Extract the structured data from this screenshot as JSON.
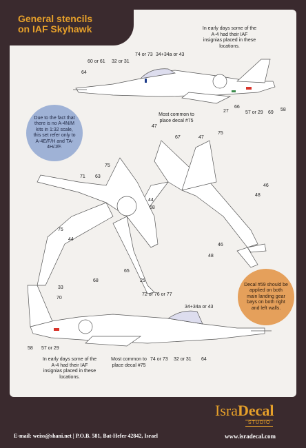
{
  "title": {
    "line1": "General stencils",
    "line2": "on IAF Skyhawk"
  },
  "notes": {
    "early_top": "In early days some of the A-4 had their IAF insignias placed in these locations.",
    "common_top": "Most common to place decal #75",
    "early_bottom": "In early days some of the A-4 had their IAF insignias placed in these locations.",
    "common_bottom": "Most common to place decal #75"
  },
  "bubbles": {
    "blue": "Due to the fact that there is no A-4N/M kits in 1:32 scale, this set refer only to A-4E/F/H and TA-4H/J/F.",
    "orange": "Decal #59 should be applied on both main landing gear bays on both right and left walls."
  },
  "labels": {
    "top_side": [
      "60 or 61",
      "32 or 31",
      "74 or 73",
      "34+34a or 43",
      "64",
      "27",
      "66",
      "57 or 29",
      "69",
      "58"
    ],
    "right_top": [
      "47",
      "67",
      "47",
      "75",
      "46",
      "48",
      "46",
      "48"
    ],
    "left_bottom": [
      "71",
      "63",
      "75",
      "44",
      "68",
      "75",
      "44",
      "68",
      "65",
      "25",
      "33",
      "72 or 76 or 77"
    ],
    "bottom_side": [
      "70",
      "34+34a or 43",
      "58",
      "57 or 29",
      "74 or 73",
      "32 or 31",
      "64"
    ]
  },
  "footer": {
    "contact": "E-mail: weiss@shani.net | P.O.B. 581, Bat-Hefer 42842, Israel",
    "brand_a": "Isra",
    "brand_b": "Decal",
    "studio": "STUDIO",
    "website": "www.isradecal.com"
  },
  "colors": {
    "accent": "#e6a02a",
    "background": "#3a2a2e",
    "sheet": "#f3f1ee",
    "insignia_red": "#d9342b",
    "insignia_green": "#3b8a4a"
  }
}
